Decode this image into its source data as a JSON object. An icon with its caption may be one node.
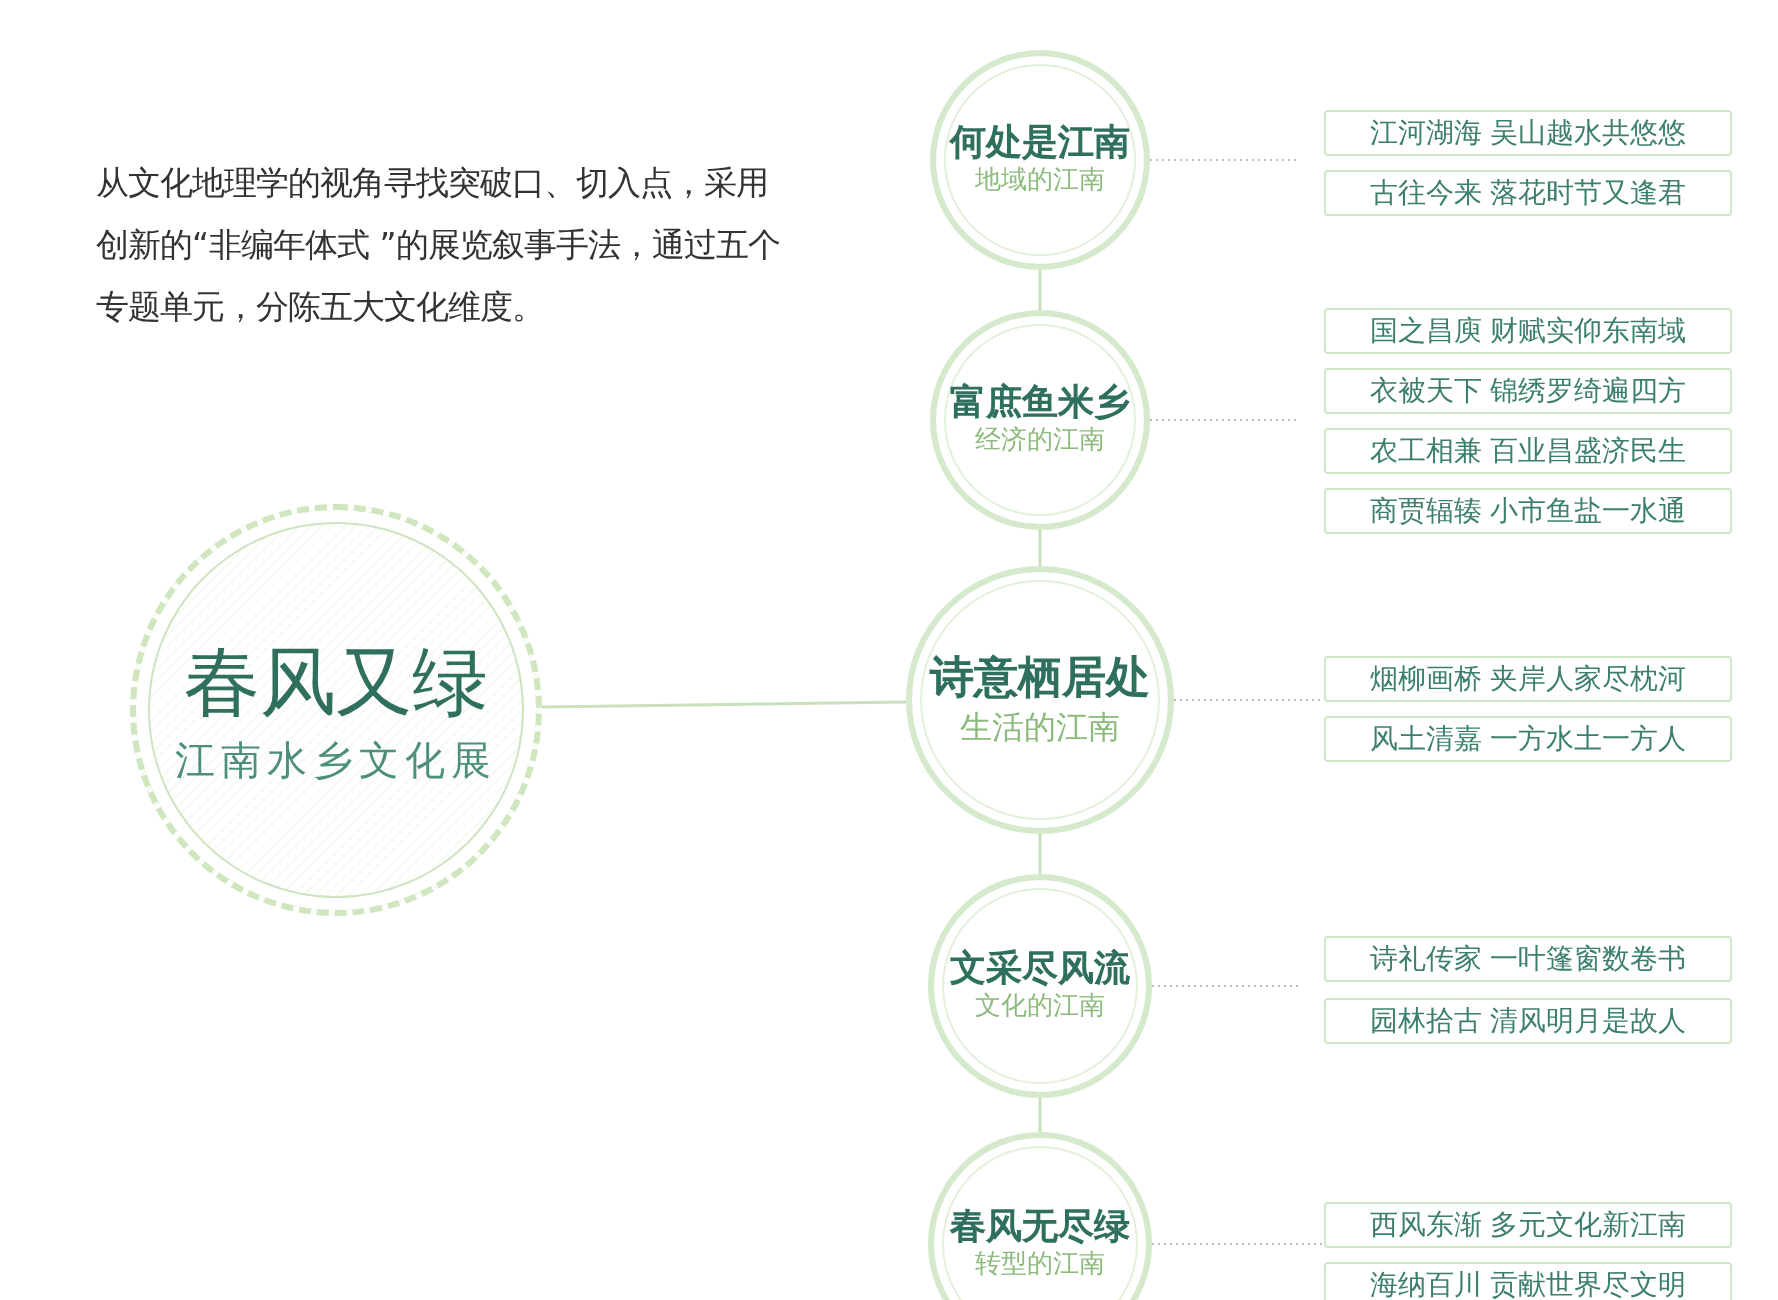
{
  "diagram": {
    "nodes": [
      {
        "text": [
          "春风又绿",
          "江南水乡文化展"
        ]
      },
      {
        "text": [
          "何处是江南",
          "地域的江南"
        ]
      },
      {
        "text": [
          "江河湖海 吴山越水共悠悠"
        ]
      },
      {
        "text": [
          "古往今来 落花时节又逢君"
        ]
      },
      {
        "text": [
          "富庶鱼米乡",
          "经济的江南"
        ]
      },
      {
        "text": [
          "国之昌庾 财赋实仰东南域"
        ]
      },
      {
        "text": [
          "衣被天下 锦绣罗绮遍四方"
        ]
      },
      {
        "text": [
          "农工相兼 百业昌盛济民生"
        ]
      },
      {
        "text": [
          "商贾辐辏 小市鱼盐一水通"
        ]
      },
      {
        "text": [
          "诗意栖居处",
          "生活的江南"
        ]
      },
      {
        "text": [
          "烟柳画桥 夹岸人家尽枕河"
        ]
      },
      {
        "text": [
          "风土清嘉 一方水土一方人"
        ]
      },
      {
        "text": [
          "文采尽风流",
          "文化的江南"
        ]
      },
      {
        "text": [
          "诗礼传家 一叶篷窗数卷书"
        ]
      },
      {
        "text": [
          "园林拾古 清风明月是故人"
        ]
      },
      {
        "text": [
          "春风无尽绿",
          "转型的江南"
        ]
      },
      {
        "text": [
          "西风东渐 多元文化新江南"
        ]
      },
      {
        "text": [
          "海纳百川 贡献世界尽文明"
        ]
      }
    ],
    "edges": [
      {
        "from": 0,
        "to": 9,
        "arrow": "none"
      },
      {
        "from": 1,
        "to": 4,
        "arrow": "none"
      },
      {
        "from": 4,
        "to": 9,
        "arrow": "none"
      },
      {
        "from": 9,
        "to": 12,
        "arrow": "none"
      },
      {
        "from": 12,
        "to": 15,
        "arrow": "none"
      },
      {
        "from": 1,
        "to": null,
        "arrow": "none",
        "style": "dashed"
      },
      {
        "from": 4,
        "to": null,
        "arrow": "none",
        "style": "dashed"
      },
      {
        "from": 9,
        "to": 10,
        "arrow": "none",
        "style": "dashed"
      },
      {
        "from": 12,
        "to": null,
        "arrow": "none",
        "style": "dashed"
      },
      {
        "from": 15,
        "to": 16,
        "arrow": "none",
        "style": "dashed"
      }
    ],
    "labels": [
      "从文化地理学的视角寻找突破口、切入点，采用创新的“非编年体式 ”的展览叙事手法，通过五个专题单元，分陈五大文化维度。"
    ]
  }
}
